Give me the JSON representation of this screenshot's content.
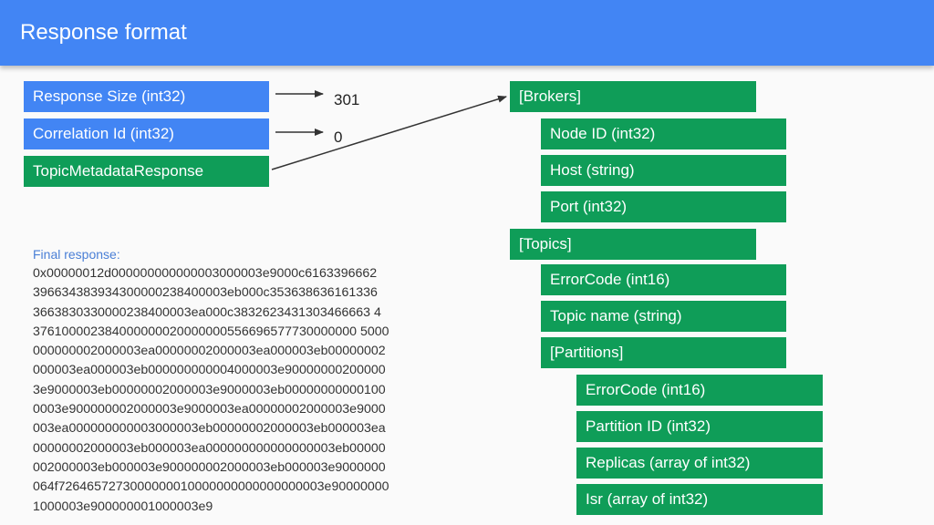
{
  "header": {
    "title": "Response format"
  },
  "left_boxes": {
    "response_size": "Response Size (int32)",
    "correlation_id": "Correlation Id (int32)",
    "topic_metadata_response": "TopicMetadataResponse"
  },
  "values": {
    "response_size": "301",
    "correlation_id": "0"
  },
  "structure": {
    "brokers": "[Brokers]",
    "node_id": "Node ID (int32)",
    "host": "Host (string)",
    "port": "Port (int32)",
    "topics": "[Topics]",
    "topic_error_code": "ErrorCode (int16)",
    "topic_name": "Topic name (string)",
    "partitions": "[Partitions]",
    "partition_error_code": "ErrorCode (int16)",
    "partition_id": "Partition ID (int32)",
    "replicas": "Replicas (array of int32)",
    "isr": "Isr (array of int32)"
  },
  "final_response": {
    "label": "Final response:",
    "lines": [
      "0x00000012d000000000000003000003e9000c6163396662",
      "396634383934300000238400003eb000c353638636161336",
      "3663830330000238400003ea000c3832623431303466663 4",
      "376100002384000000020000000556696577730000000 5000",
      "000000002000003ea00000002000003ea000003eb00000002",
      "000003ea000003eb000000000004000003e90000000200000",
      "3e9000003eb00000002000003e9000003eb00000000000100",
      "0003e900000002000003e9000003ea00000002000003e9000",
      "003ea000000000003000003eb00000002000003eb000003ea",
      "00000002000003eb000003ea000000000000000003eb00000",
      "002000003eb000003e900000002000003eb000003e9000000",
      "064f7264657273000000010000000000000000003e90000000",
      "1000003e900000001000003e9"
    ]
  },
  "colors": {
    "header": "#4285f4",
    "blue_box": "#4285f4",
    "green_box": "#0f9d58"
  }
}
